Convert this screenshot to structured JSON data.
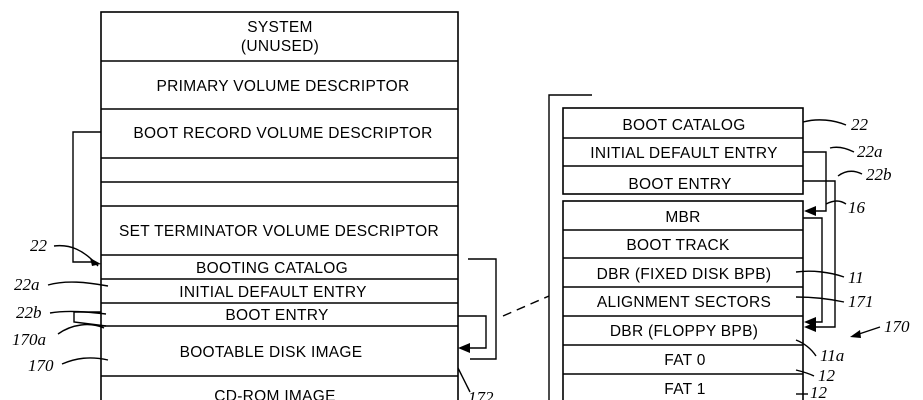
{
  "left_stack": {
    "system_line1": "SYSTEM",
    "system_line2": "(UNUSED)",
    "primary_volume_descriptor": "PRIMARY VOLUME DESCRIPTOR",
    "boot_record_volume_descriptor": "BOOT RECORD VOLUME DESCRIPTOR",
    "set_terminator_volume_descriptor": "SET TERMINATOR VOLUME DESCRIPTOR",
    "booting_catalog": "BOOTING CATALOG",
    "initial_default_entry": "INITIAL DEFAULT ENTRY",
    "boot_entry": "BOOT ENTRY",
    "bootable_disk_image": "BOOTABLE DISK IMAGE",
    "cd_rom_image": "CD-ROM IMAGE"
  },
  "right_stack": {
    "boot_catalog": "BOOT CATALOG",
    "initial_default_entry": "INITIAL DEFAULT ENTRY",
    "boot_entry": "BOOT ENTRY",
    "mbr": "MBR",
    "boot_track": "BOOT TRACK",
    "dbr_fixed": "DBR (FIXED DISK BPB)",
    "alignment_sectors": "ALIGNMENT SECTORS",
    "dbr_floppy": "DBR (FLOPPY BPB)",
    "fat0": "FAT 0",
    "fat1": "FAT 1"
  },
  "refs": {
    "left_22": "22",
    "left_22a": "22a",
    "left_22b": "22b",
    "left_170a": "170a",
    "left_170": "170",
    "bottom_172": "172",
    "right_22": "22",
    "right_22a": "22a",
    "right_22b": "22b",
    "right_16": "16",
    "right_11": "11",
    "right_171": "171",
    "right_170": "170",
    "right_11a": "11a",
    "right_12a": "12",
    "right_12b": "12"
  }
}
